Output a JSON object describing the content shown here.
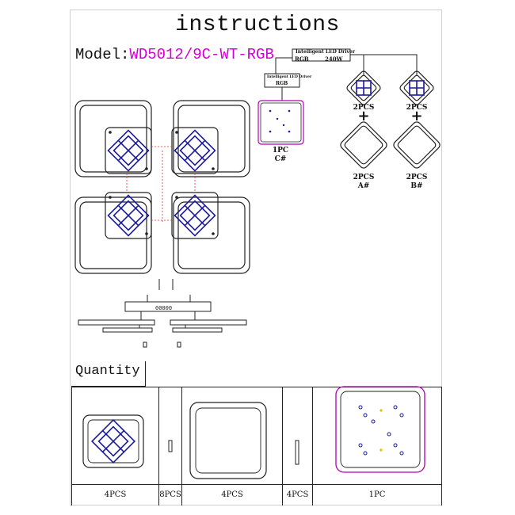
{
  "header": {
    "title": "instructions",
    "model_label": "Model:",
    "model_code": "WD5012/9C-WT-RGB"
  },
  "driver": {
    "name": "Intelligent LED Driver",
    "spec_left": "RGB",
    "spec_right": "240W",
    "small_name": "Intelligent LED Driver",
    "small_spec": "RGB"
  },
  "diagram": {
    "panel_c": {
      "qty": "1PC",
      "name": "C#"
    },
    "module_left_qty": "2PCS",
    "module_right_qty": "2PCS",
    "plus": "+",
    "frame_a": {
      "qty": "2PCS",
      "name": "A#"
    },
    "frame_b": {
      "qty": "2PCS",
      "name": "B#"
    },
    "canopy_code": "00000"
  },
  "quantity": {
    "heading": "Quantity",
    "items": [
      {
        "qty": "4PCS"
      },
      {
        "qty": "8PCS"
      },
      {
        "qty": "4PCS"
      },
      {
        "qty": "4PCS"
      },
      {
        "qty": "1PC"
      }
    ]
  },
  "colors": {
    "accent_magenta": "#d400d4",
    "led_blue": "#1a1a9c",
    "outline": "#222222"
  }
}
